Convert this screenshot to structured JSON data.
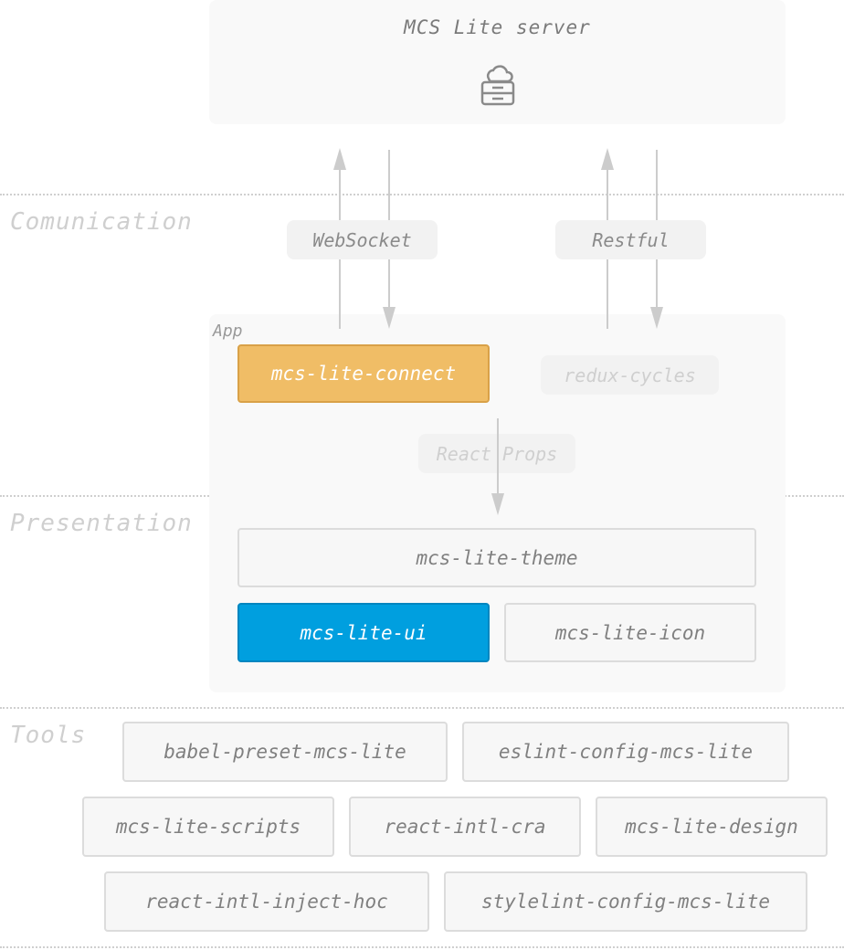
{
  "server": {
    "title": "MCS Lite server",
    "icon": "server-cloud-icon"
  },
  "layers": {
    "communication": "Comunication",
    "presentation": "Presentation",
    "tools": "Tools"
  },
  "protocols": {
    "websocket": "WebSocket",
    "restful": "Restful"
  },
  "app": {
    "label": "App",
    "connect": "mcs-lite-connect",
    "redux_cycles": "redux-cycles",
    "react_props": "React Props"
  },
  "presentation": {
    "theme": "mcs-lite-theme",
    "ui": "mcs-lite-ui",
    "icon": "mcs-lite-icon"
  },
  "tools": [
    "babel-preset-mcs-lite",
    "eslint-config-mcs-lite",
    "mcs-lite-scripts",
    "react-intl-cra",
    "mcs-lite-design",
    "react-intl-inject-hoc",
    "stylelint-config-mcs-lite"
  ],
  "colors": {
    "connect": "#f0bd66",
    "ui": "#009fdf",
    "panel": "#f9f9f9",
    "text": "#808080",
    "arrow": "#cccccc"
  }
}
